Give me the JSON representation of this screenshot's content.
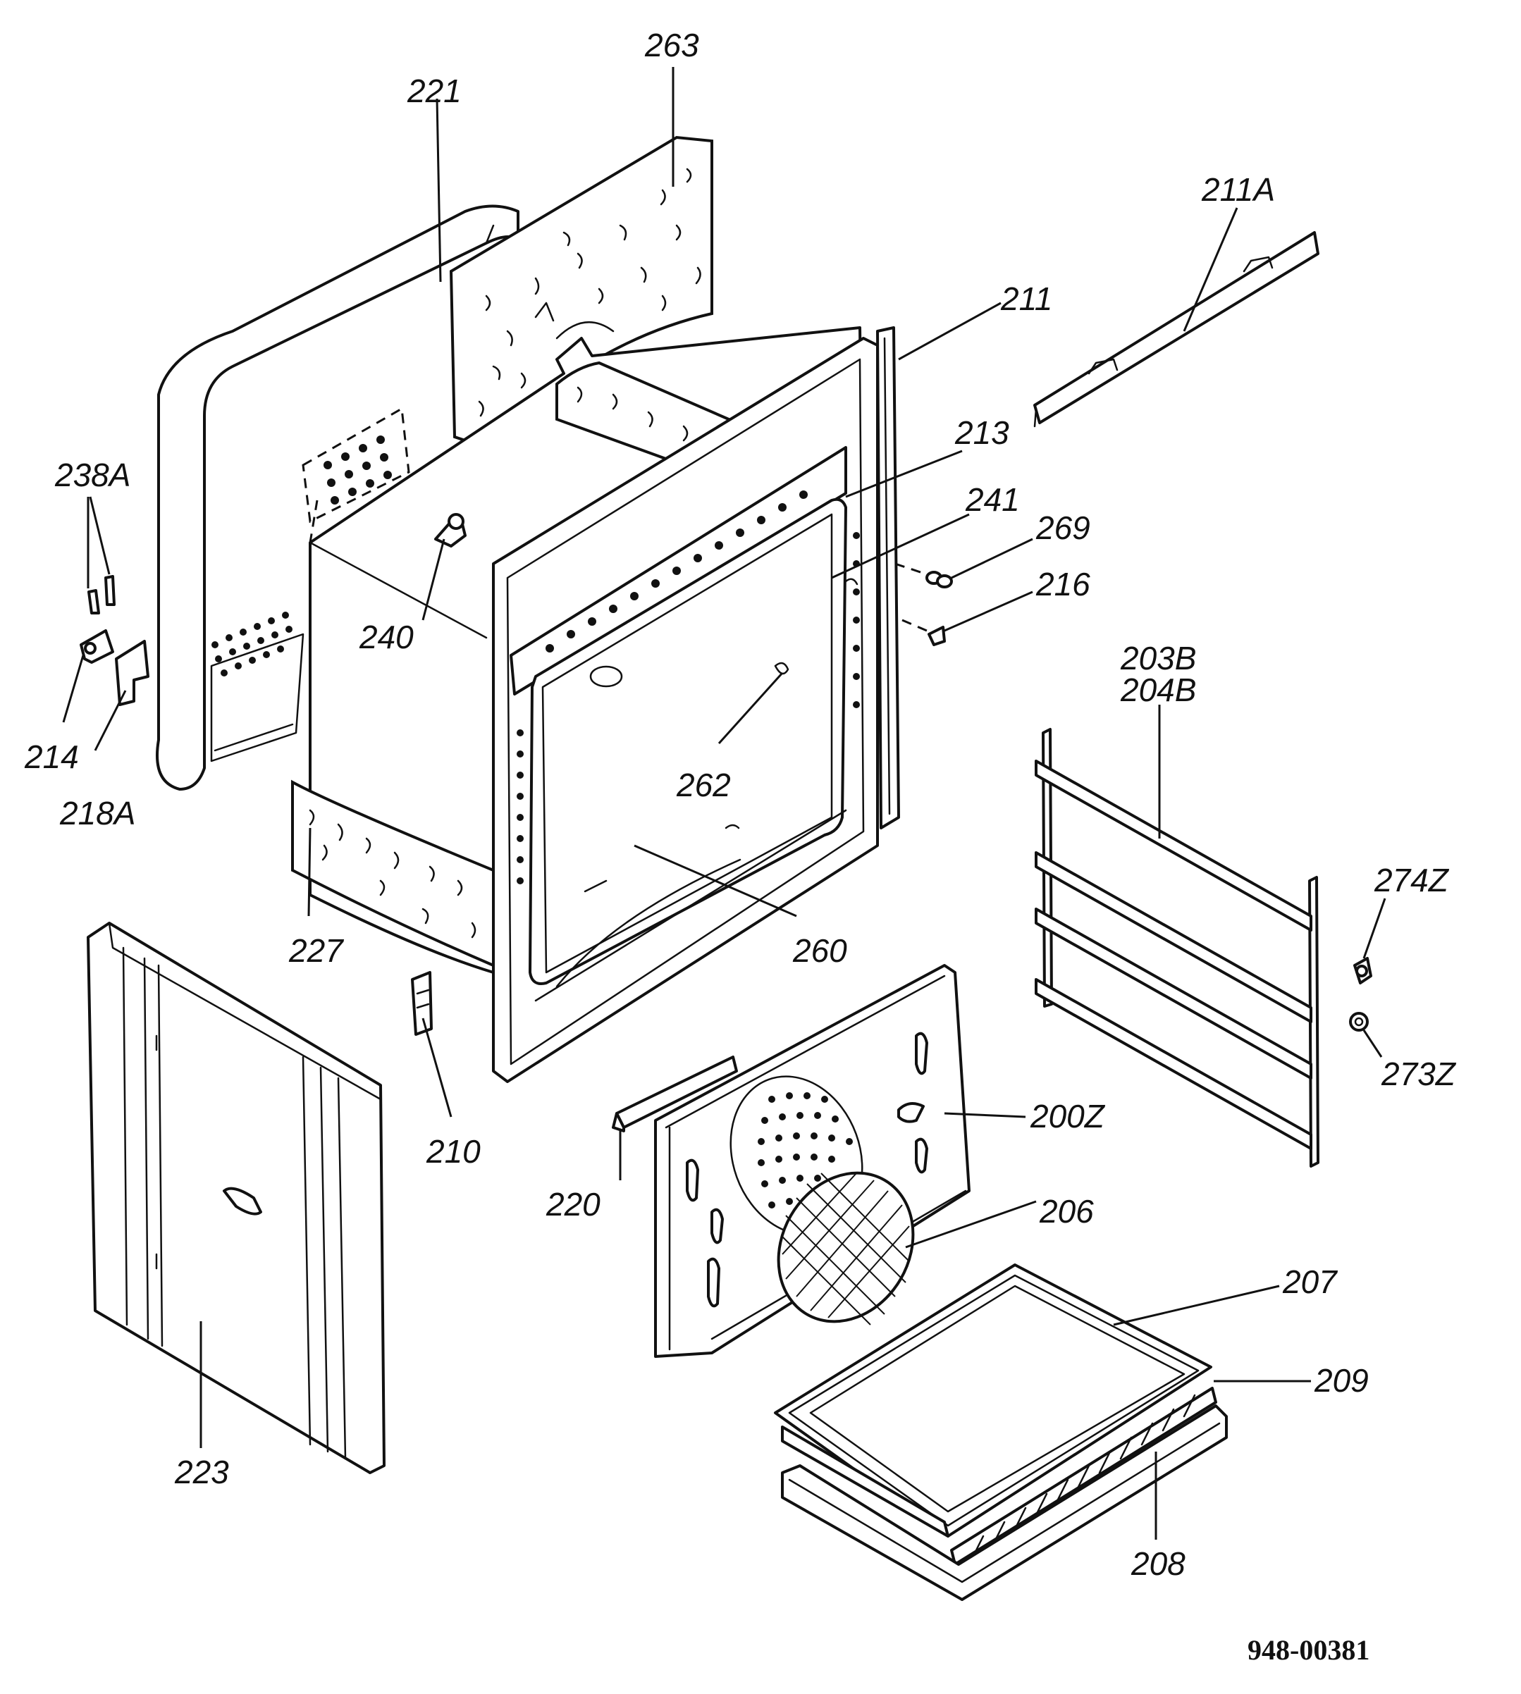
{
  "labels": {
    "l221": "221",
    "l263": "263",
    "l211A": "211A",
    "l211": "211",
    "l213": "213",
    "l241": "241",
    "l269": "269",
    "l216": "216",
    "l238A": "238A",
    "l240": "240",
    "l214": "214",
    "l218A": "218A",
    "l262": "262",
    "l203B": "203B",
    "l204B": "204B",
    "l227": "227",
    "l274Z": "274Z",
    "l260": "260",
    "l273Z": "273Z",
    "l210": "210",
    "l200Z": "200Z",
    "l220": "220",
    "l206": "206",
    "l207": "207",
    "l209": "209",
    "l223": "223",
    "l208": "208"
  },
  "document_number": "948-00381"
}
